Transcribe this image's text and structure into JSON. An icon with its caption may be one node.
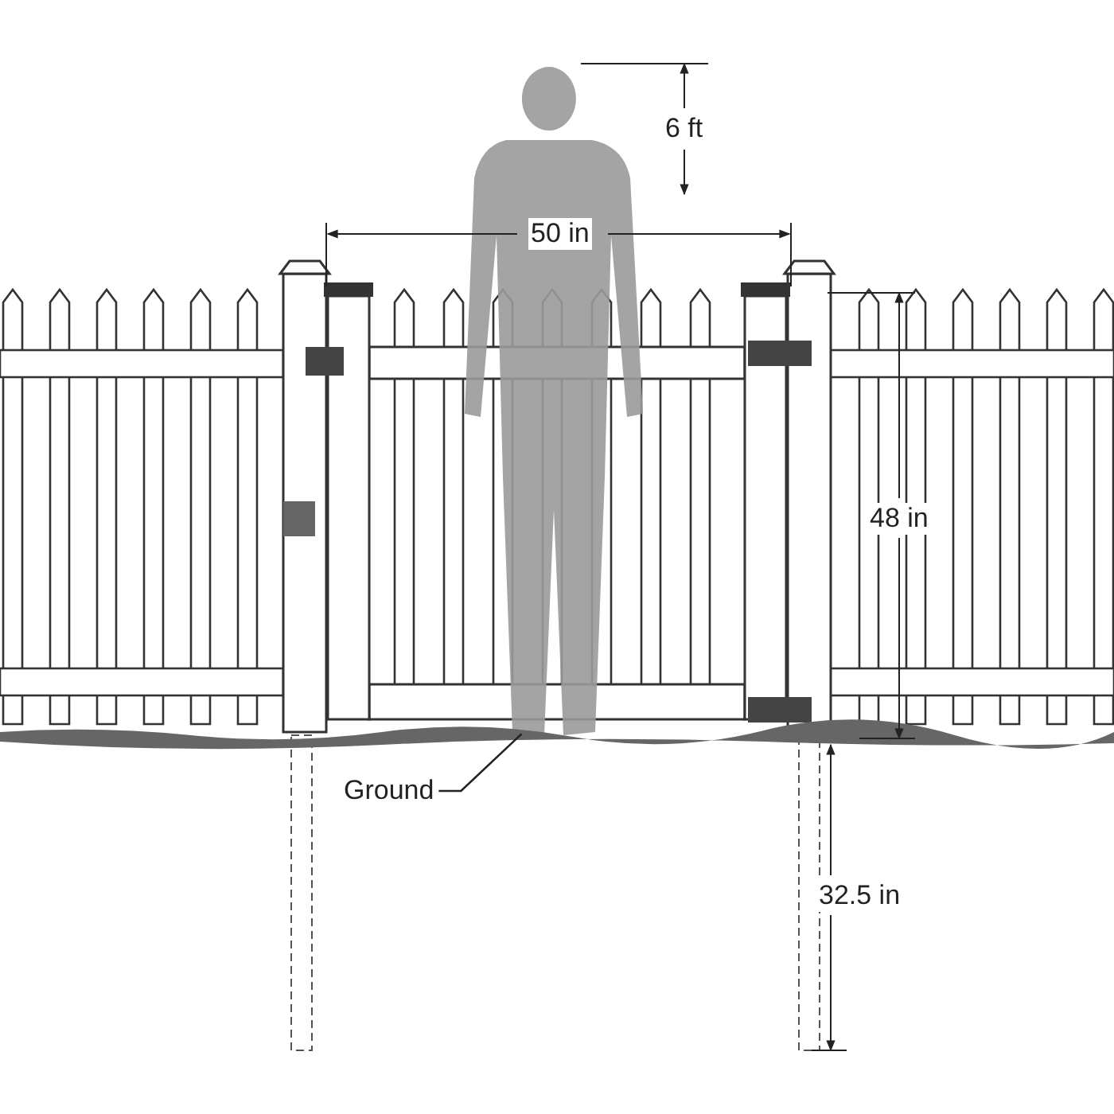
{
  "diagram": {
    "nodes": [
      {
        "text": [
          "Ground"
        ]
      },
      {
        "text": [],
        "shape": "bar"
      }
    ],
    "edges": [
      {
        "from": 0,
        "to": 1,
        "arrow": "none"
      }
    ],
    "labels": [
      "6 ft",
      "50 in",
      "48 in",
      "32.5 in"
    ]
  }
}
